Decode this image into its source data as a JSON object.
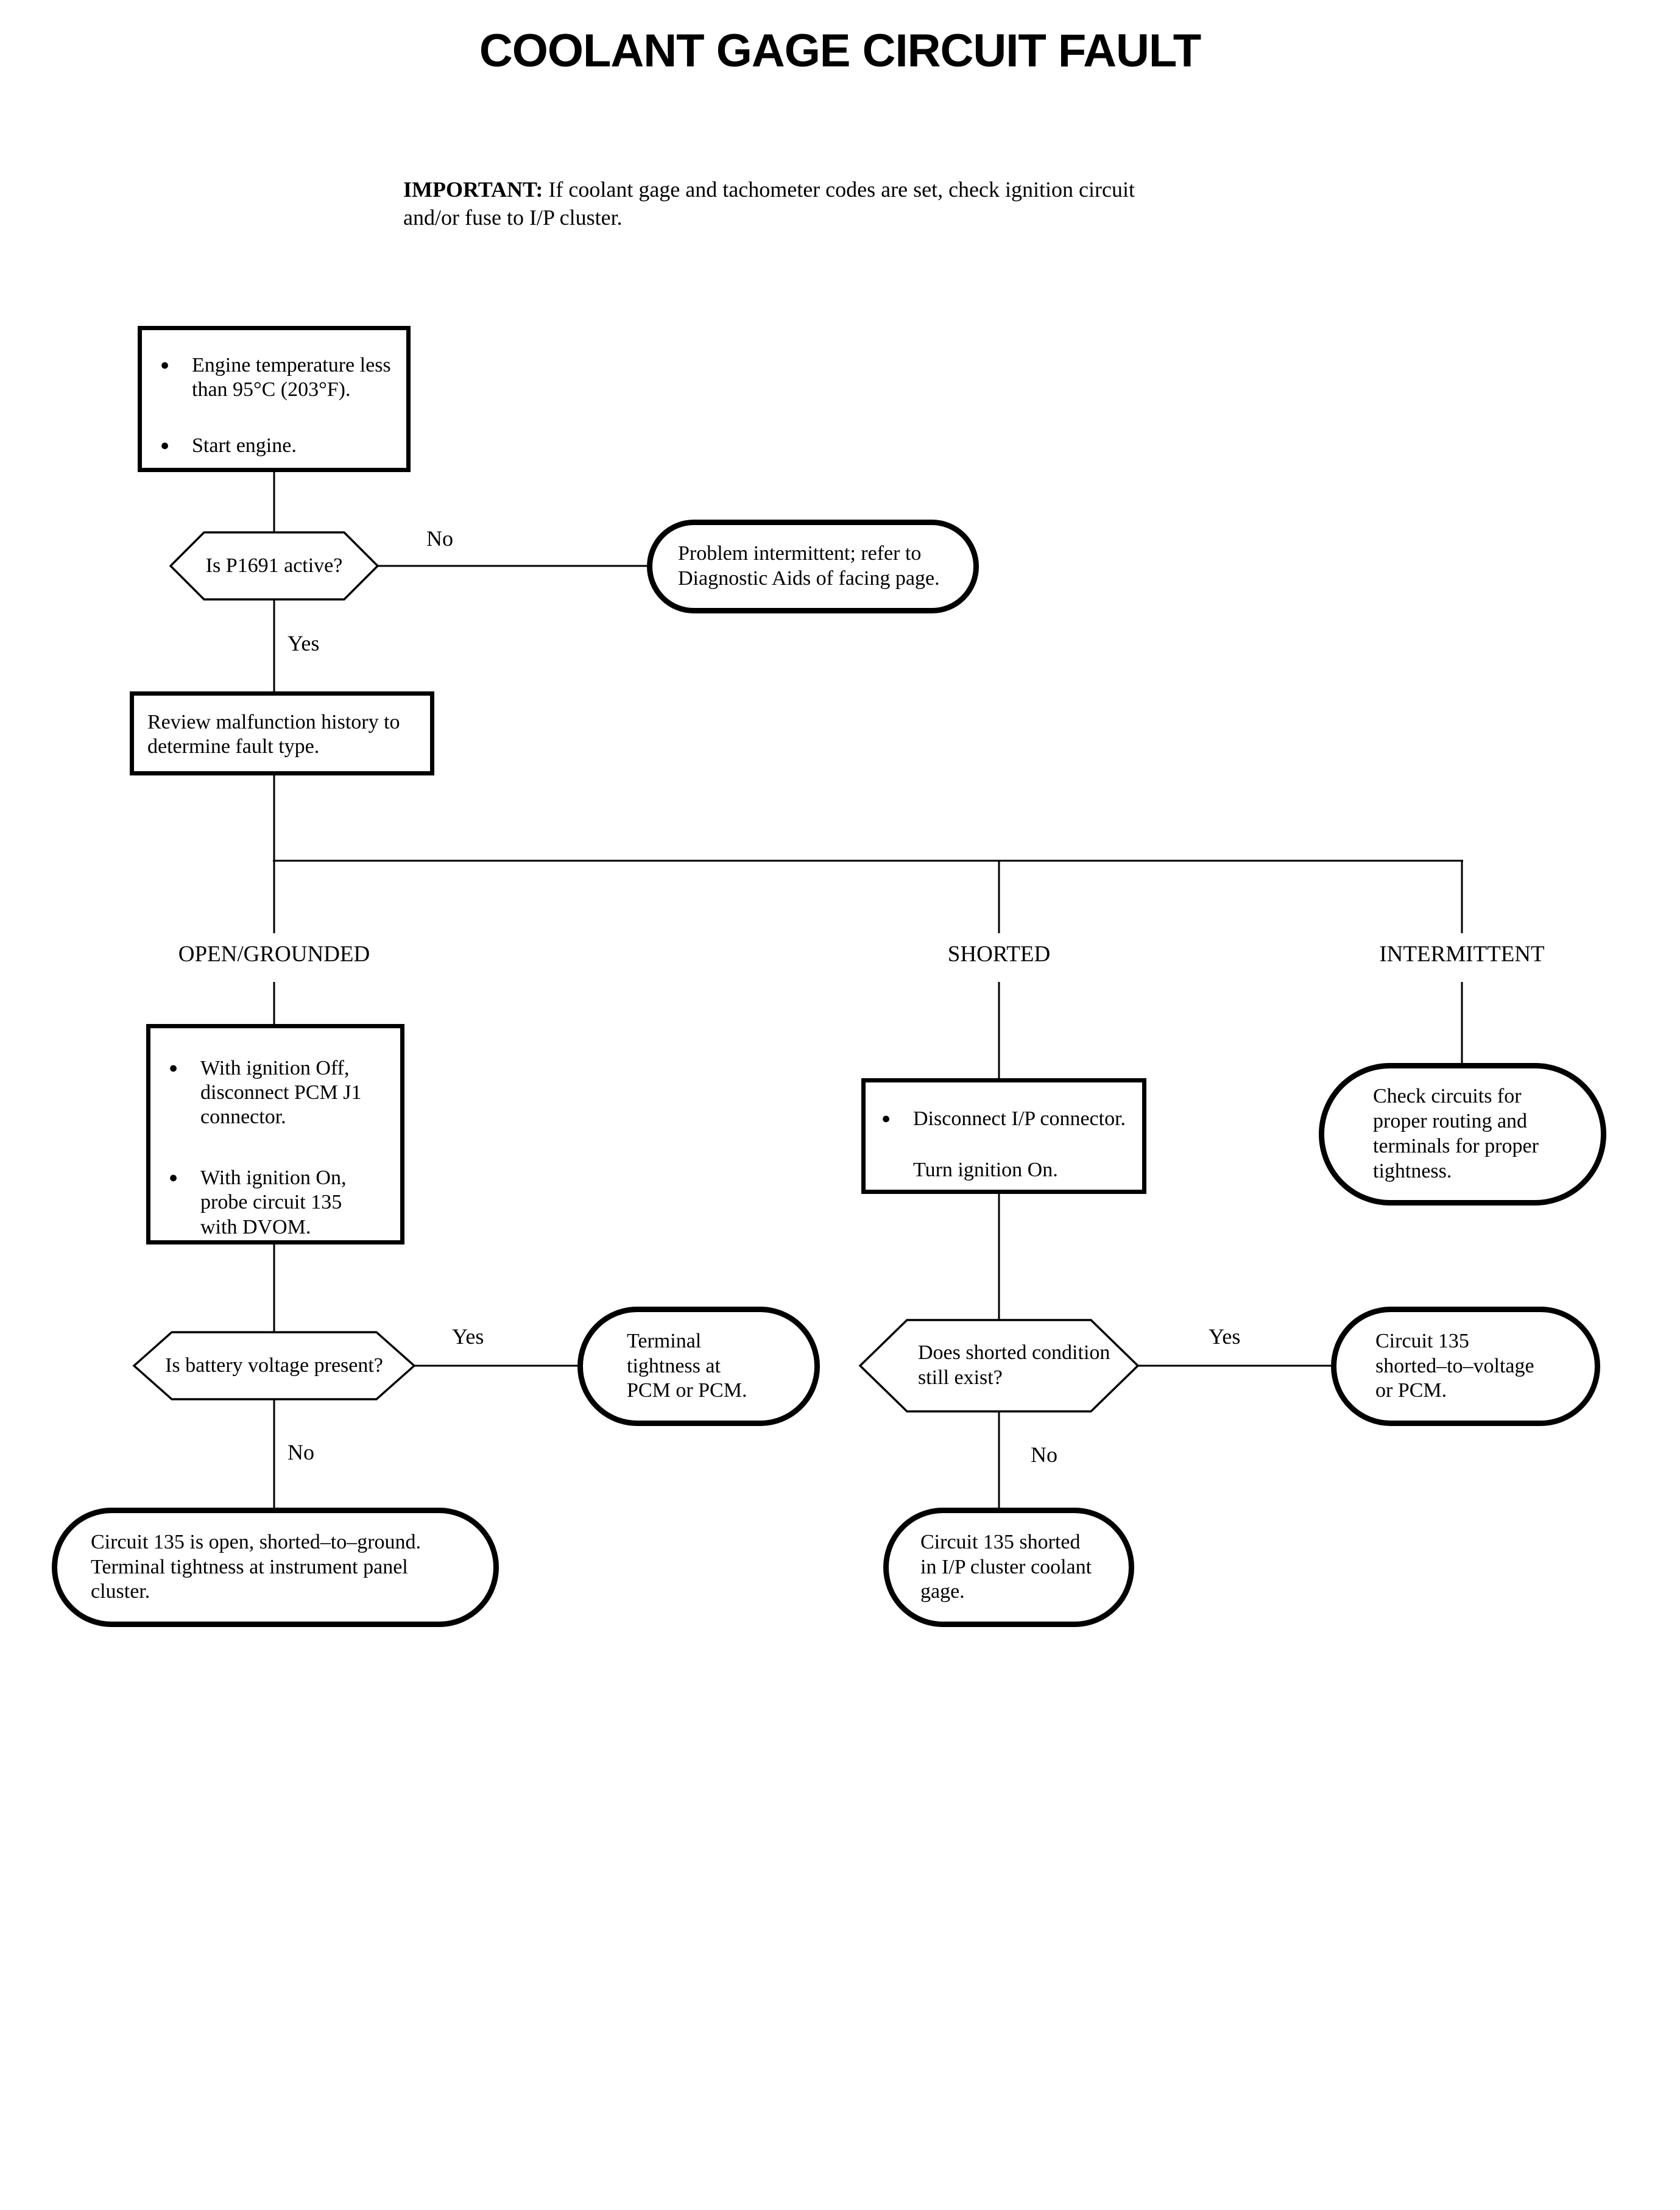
{
  "page": {
    "title": "COOLANT GAGE CIRCUIT FAULT"
  },
  "important": {
    "label": "IMPORTANT:",
    "text": "If coolant gage and tachometer codes are set, check ignition circuit\nand/or fuse to I/P cluster."
  },
  "labels": {
    "yes": "Yes",
    "no": "No"
  },
  "branches": {
    "open_grounded": "OPEN/GROUNDED",
    "shorted": "SHORTED",
    "intermittent": "INTERMITTENT"
  },
  "nodes": {
    "preconditions": {
      "items": [
        "Engine temperature less\nthan 95°C (203°F).",
        "Start engine."
      ]
    },
    "p1691_check": {
      "question": "Is P1691 active?"
    },
    "intermittent_refer": {
      "text": "Problem intermittent; refer to\nDiagnostic Aids of facing page."
    },
    "review_history": {
      "text": "Review malfunction history to\ndetermine fault type."
    },
    "probe_circuit": {
      "items": [
        "With ignition Off,\ndisconnect PCM J1\nconnector.",
        "With ignition On,\nprobe circuit 135\nwith DVOM."
      ]
    },
    "battery_voltage_check": {
      "question": "Is battery voltage present?"
    },
    "terminal_tightness": {
      "text": "Terminal\ntightness at\nPCM or PCM."
    },
    "circuit_open": {
      "text": "Circuit 135 is open, shorted–to–ground.\nTerminal tightness at instrument panel\ncluster."
    },
    "disconnect_ip": {
      "items": [
        "Disconnect I/P connector.",
        "Turn ignition On."
      ]
    },
    "shorted_condition_check": {
      "question": "Does shorted condition\nstill exist?"
    },
    "circuit_shorted_voltage": {
      "text": "Circuit 135\nshorted–to–voltage\nor PCM."
    },
    "circuit_shorted_gage": {
      "text": "Circuit 135 shorted\nin I/P cluster coolant\ngage."
    },
    "check_routing": {
      "text": "Check circuits for\nproper routing and\nterminals for proper\ntightness."
    }
  }
}
